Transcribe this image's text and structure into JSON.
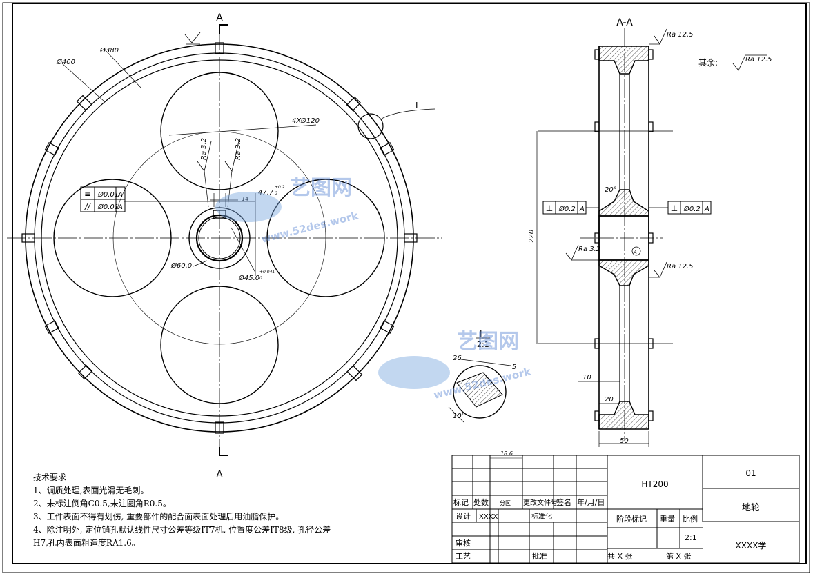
{
  "section_labels": {
    "section_top": "A",
    "section_bottom": "A",
    "section_view": "A-A",
    "detail_callout": "I",
    "detail_view_label": "I",
    "detail_scale": "2:1"
  },
  "dims_front": {
    "outer_dia": "Ø400",
    "rim_dia": "Ø380",
    "holes": "4XØ120",
    "hub_dia": "Ø60.0",
    "bore_dia": "Ø45.0",
    "bore_tol_upper": "+0.041",
    "bore_tol_lower": "0",
    "keyway_depth": "47.7",
    "keyway_tol": "+0.2",
    "keyway_tol_lower": "0",
    "key_width": "14"
  },
  "roughness": {
    "ra32_a": "Ra 3.2",
    "ra32_b": "Ra 3.2",
    "ra125_top": "Ra 12.5",
    "ra125_mid": "Ra 12.5",
    "ra32_side": "Ra 3.2",
    "other_label": "其余:",
    "other_value": "Ra 12.5"
  },
  "tolerance_frames": {
    "sym_symbol": "≡",
    "sym_value": "Ø0.01",
    "sym_datum": "A",
    "par_symbol": "//",
    "par_value": "Ø0.01",
    "par_datum": "A",
    "perp_left_symbol": "⊥",
    "perp_left_value": "Ø0.2",
    "perp_left_datum": "A",
    "perp_right_symbol": "⊥",
    "perp_right_value": "Ø0.2",
    "perp_right_datum": "A"
  },
  "dims_section": {
    "height": "220",
    "angle": "20°",
    "rim_web": "10",
    "rim_thick": "20",
    "width": "50",
    "datum_marker": "A"
  },
  "dims_detail": {
    "a": "26",
    "b": "5",
    "c": "10°"
  },
  "watermark": {
    "brand": "艺图网",
    "url": "www.52des.work"
  },
  "notes": {
    "title": "技术要求",
    "items": [
      "1、调质处理,表面光滑无毛刺。",
      "2、未标注倒角C0.5,未注圆角R0.5。",
      "3、工件表面不得有划伤, 重要部件的配合面表面处理后用油脂保护。",
      "4、除注明外, 定位销孔默认线性尺寸公差等级IT7机, 位置度公差IT8级, 孔径公差",
      "H7,孔内表面粗造度RA1.6。"
    ]
  },
  "title_block": {
    "dim_18": "18.6",
    "col_mark": "标记",
    "col_count": "处数",
    "col_zone": "分区",
    "col_doc": "更改文件号",
    "col_sign": "签名",
    "col_date": "年/月/日",
    "design_label": "设计",
    "designer": "XXXX",
    "standard_label": "标准化",
    "review_label": "审核",
    "process_label": "工艺",
    "approve_label": "批准",
    "material": "HT200",
    "stage_label": "阶段标记",
    "weight_label": "重量",
    "scale_label": "比例",
    "scale_value": "2:1",
    "sheets_total": "共 X 张",
    "sheet_no": "第 X 张",
    "drawing_no": "01",
    "part_name": "地轮",
    "school": "XXXX学"
  }
}
